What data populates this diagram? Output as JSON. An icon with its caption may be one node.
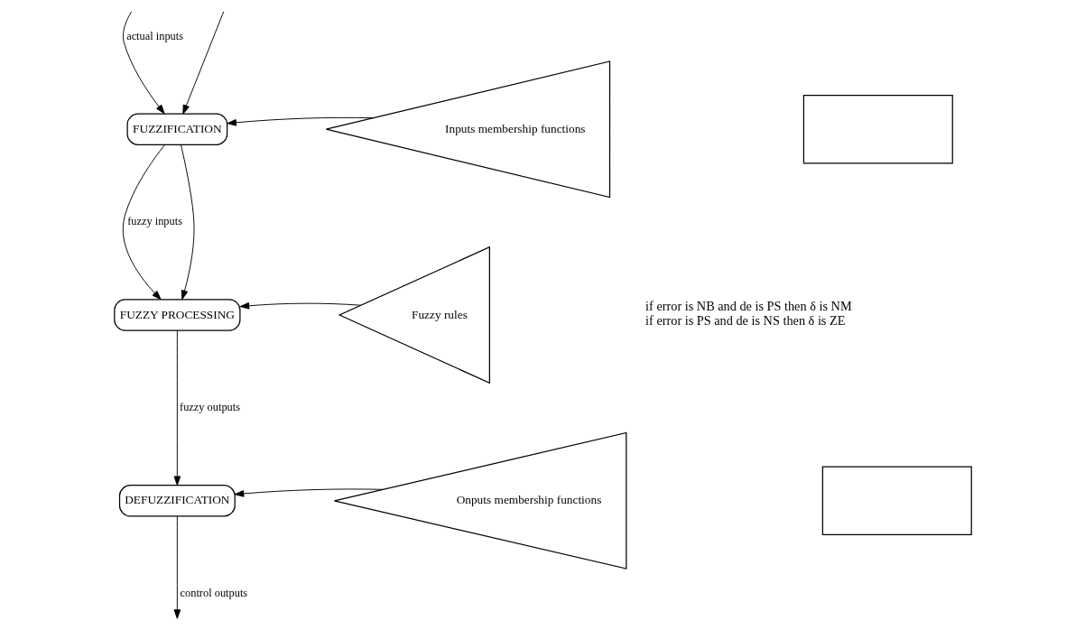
{
  "diagram": {
    "nodes": [
      {
        "text": [
          "FUZZIFICATION"
        ]
      },
      {
        "text": [
          "FUZZY PROCESSING"
        ]
      },
      {
        "text": [
          "DEFUZZIFICATION"
        ]
      },
      {
        "text": [
          "Inputs membership functions"
        ]
      },
      {
        "text": [
          "Fuzzy rules"
        ]
      },
      {
        "text": [
          "Onputs membership functions"
        ]
      },
      {
        "text": [],
        "shape": "box"
      },
      {
        "text": [],
        "shape": "box"
      }
    ],
    "edges": [
      {
        "from": null,
        "to": 0,
        "arrow": "to",
        "label": "actual inputs"
      },
      {
        "from": null,
        "to": 0,
        "arrow": "to"
      },
      {
        "from": 0,
        "to": 1,
        "arrow": "to",
        "label": "fuzzy inputs"
      },
      {
        "from": 0,
        "to": 1,
        "arrow": "to"
      },
      {
        "from": 1,
        "to": 2,
        "arrow": "to",
        "label": "fuzzy outputs"
      },
      {
        "from": 2,
        "to": null,
        "arrow": "to",
        "label": "control outputs"
      },
      {
        "from": 3,
        "to": 0,
        "arrow": "to"
      },
      {
        "from": 4,
        "to": 1,
        "arrow": "to"
      },
      {
        "from": 5,
        "to": 2,
        "arrow": "to"
      }
    ],
    "labels": [
      "if error is NB and de is PS then δ is NM",
      "if error is PS and de is NS then δ is ZE"
    ]
  }
}
